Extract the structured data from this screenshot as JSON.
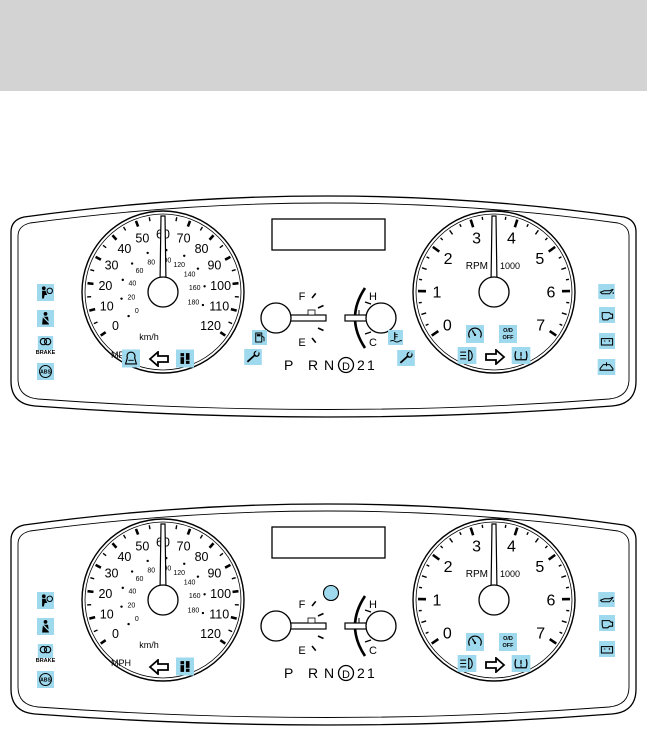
{
  "speedometer": {
    "mph_labels": [
      "0",
      "10",
      "20",
      "30",
      "40",
      "50",
      "60",
      "70",
      "80",
      "90",
      "100",
      "110",
      "120"
    ],
    "kmh_labels": [
      "0",
      "20",
      "40",
      "60",
      "80",
      "100",
      "120",
      "140",
      "160",
      "180"
    ],
    "unit_mph": "MPH",
    "unit_kmh": "km/h"
  },
  "tachometer": {
    "labels": [
      "0",
      "1",
      "2",
      "3",
      "4",
      "5",
      "6",
      "7"
    ],
    "unit": "RPM",
    "multiplier": "1000"
  },
  "fuel_gauge": {
    "full": "F",
    "empty": "E"
  },
  "temp_gauge": {
    "hot": "H",
    "cold": "C"
  },
  "gear_indicator": {
    "p": "P",
    "r": "R",
    "n": "N",
    "d": "D",
    "second": "2",
    "first": "1"
  },
  "od_off": {
    "line1": "O/D",
    "line2": "OFF"
  },
  "brake_label": "BRAKE",
  "accent_color": "#9fd9ee",
  "clusters": [
    {
      "name": "cluster-top",
      "has_extra_icons": true
    },
    {
      "name": "cluster-bottom",
      "has_extra_icons": false
    }
  ]
}
